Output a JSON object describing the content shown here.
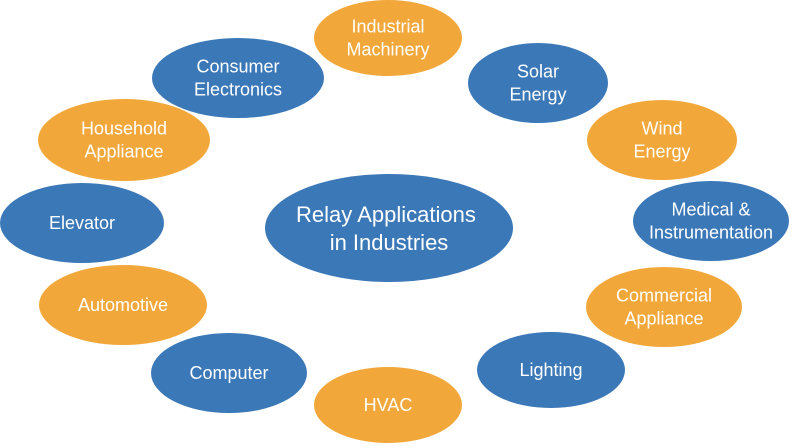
{
  "colors": {
    "blue": "#3b78b8",
    "orange": "#f2a73a",
    "text": "#ffffff",
    "background": "#ffffff"
  },
  "center": {
    "lines": [
      "Relay Applications",
      "in Industries"
    ],
    "color": "blue"
  },
  "nodes": [
    {
      "lines": [
        "Industrial",
        "Machinery"
      ],
      "color": "orange"
    },
    {
      "lines": [
        "Solar",
        "Energy"
      ],
      "color": "blue"
    },
    {
      "lines": [
        "Wind",
        "Energy"
      ],
      "color": "orange"
    },
    {
      "lines": [
        "Medical &",
        "Instrumentation"
      ],
      "color": "blue"
    },
    {
      "lines": [
        "Commercial",
        "Appliance"
      ],
      "color": "orange"
    },
    {
      "lines": [
        "Lighting"
      ],
      "color": "blue"
    },
    {
      "lines": [
        "HVAC"
      ],
      "color": "orange"
    },
    {
      "lines": [
        "Computer"
      ],
      "color": "blue"
    },
    {
      "lines": [
        "Automotive"
      ],
      "color": "orange"
    },
    {
      "lines": [
        "Elevator"
      ],
      "color": "blue"
    },
    {
      "lines": [
        "Household",
        "Appliance"
      ],
      "color": "orange"
    },
    {
      "lines": [
        "Consumer",
        "Electronics"
      ],
      "color": "blue"
    }
  ]
}
